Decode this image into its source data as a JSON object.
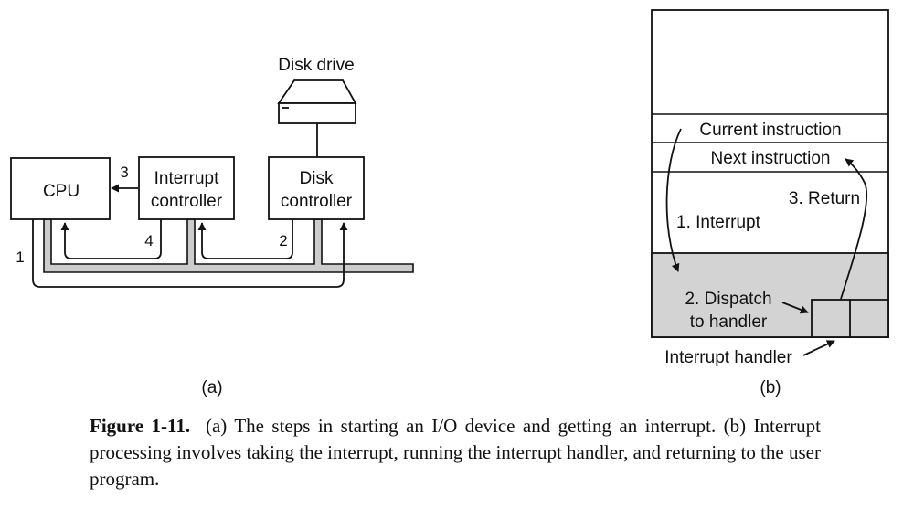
{
  "diagram_a": {
    "disk_drive_label": "Disk drive",
    "cpu_label": "CPU",
    "interrupt_controller_label": [
      "Interrupt",
      "controller"
    ],
    "disk_controller_label": [
      "Disk",
      "controller"
    ],
    "step_labels": [
      "1",
      "2",
      "3",
      "4"
    ],
    "panel_label": "(a)"
  },
  "diagram_b": {
    "current_instruction_label": "Current instruction",
    "next_instruction_label": "Next instruction",
    "interrupt_label": "1. Interrupt",
    "dispatch_label": [
      "2. Dispatch",
      "to handler"
    ],
    "return_label": "3. Return",
    "handler_label": "Interrupt handler",
    "panel_label": "(b)"
  },
  "caption": {
    "figure_label": "Figure 1-11.",
    "text": "(a) The steps in starting an I/O device and getting an interrupt. (b) Interrupt processing involves taking the interrupt, running the interrupt handler, and returning to the user program."
  },
  "colors": {
    "bus_fill": "#cccccc",
    "shaded_region": "#d3d3d3",
    "ink": "#111111"
  }
}
